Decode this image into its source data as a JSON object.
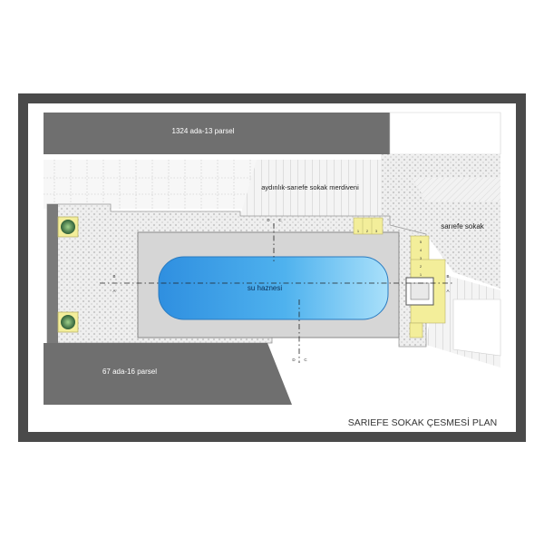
{
  "plan": {
    "title": "SARIEFE SOKAK ÇESMESİ PLAN",
    "labels": {
      "parcel_top": "1324 ada-13 parsel",
      "parcel_bottom": "67 ada-16 parsel",
      "stairs": "aydınlık-sarıefe sokak merdiveni",
      "street": "sarıefe sokak",
      "basin": "su haznesi"
    },
    "section_marks": {
      "a": "A",
      "b": "B",
      "c": "C",
      "d": "D"
    },
    "step_numbers": [
      "1",
      "2",
      "3",
      "4",
      "5"
    ]
  },
  "colors": {
    "frame": "#4a4a4a",
    "parcel": "#6f6f6f",
    "platform": "#d6d6d6",
    "water": "#3aa0e6",
    "water_light": "#8fd2f7",
    "yellow": "#f3ee9a",
    "planter": "#3f6b45",
    "paving": "#ececec"
  }
}
